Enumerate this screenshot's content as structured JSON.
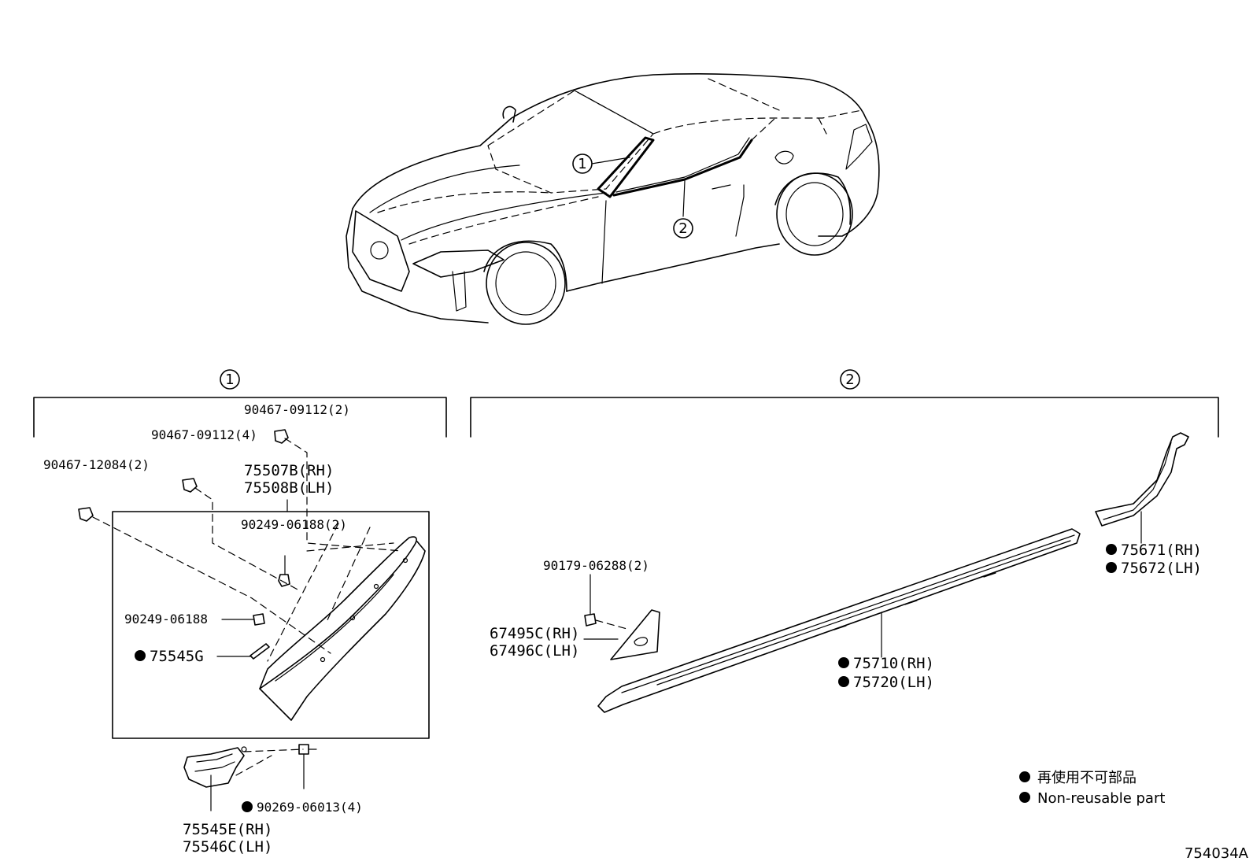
{
  "callouts": {
    "one": "1",
    "two": "2"
  },
  "parts": {
    "p_9046709112_2": "90467-09112(2)",
    "p_9046709112_4": "90467-09112(4)",
    "p_9046712084_2": "90467-12084(2)",
    "p_75507B": "75507B(RH)",
    "p_75508B": "75508B(LH)",
    "p_9024906188_2": "90249-06188(2)",
    "p_9024906188": "90249-06188",
    "p_75545G": "75545G",
    "p_9026906013_4": "90269-06013(4)",
    "p_75545E": "75545E(RH)",
    "p_75546C": "75546C(LH)",
    "p_9017906288_2": "90179-06288(2)",
    "p_67495C": "67495C(RH)",
    "p_67496C": "67496C(LH)",
    "p_75710": "75710(RH)",
    "p_75720": "75720(LH)",
    "p_75671": "75671(RH)",
    "p_75672": "75672(LH)"
  },
  "legend": {
    "jp": "再使用不可部品",
    "en": "Non-reusable part"
  },
  "diagram_id": "754034A"
}
